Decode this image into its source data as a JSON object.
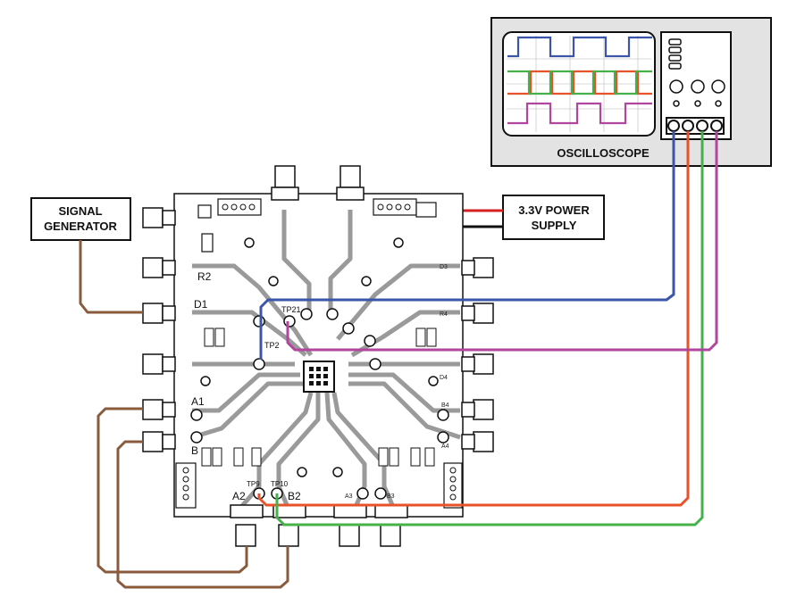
{
  "boxes": {
    "signal_generator": [
      "SIGNAL",
      "GENERATOR"
    ],
    "power_supply": [
      "3.3V POWER",
      "SUPPLY"
    ],
    "oscilloscope": "OSCILLOSCOPE"
  },
  "board_labels": {
    "r2": "R2",
    "d1": "D1",
    "a1": "A1",
    "b": "B",
    "a2": "A2",
    "b2": "B2",
    "tp2": "TP2",
    "tp21": "TP21",
    "tp9": "TP9",
    "tp10": "TP10",
    "d3": "D3",
    "r4": "R4",
    "d4": "D4",
    "b4": "B4",
    "a4": "A4",
    "a3": "A3",
    "b3": "B3"
  },
  "colors": {
    "probe_blue": "#3b55a8",
    "probe_red": "#e8522a",
    "probe_green": "#46b04a",
    "probe_magenta": "#b0469e",
    "cable_brown": "#8a5a3c",
    "power_red": "#d42020",
    "power_black": "#111111",
    "board_trace": "#8a8a8a"
  }
}
